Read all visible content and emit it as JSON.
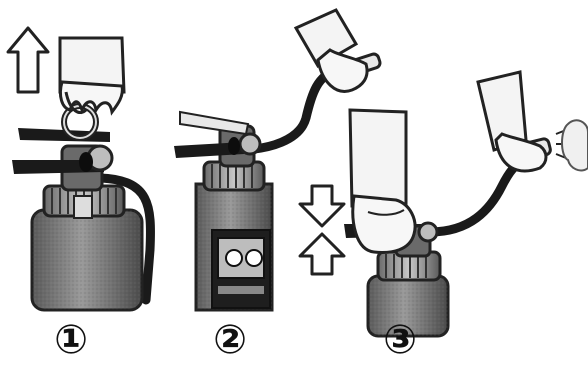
{
  "steps": [
    {
      "label": "①"
    },
    {
      "label": "②"
    },
    {
      "label": "③"
    }
  ]
}
